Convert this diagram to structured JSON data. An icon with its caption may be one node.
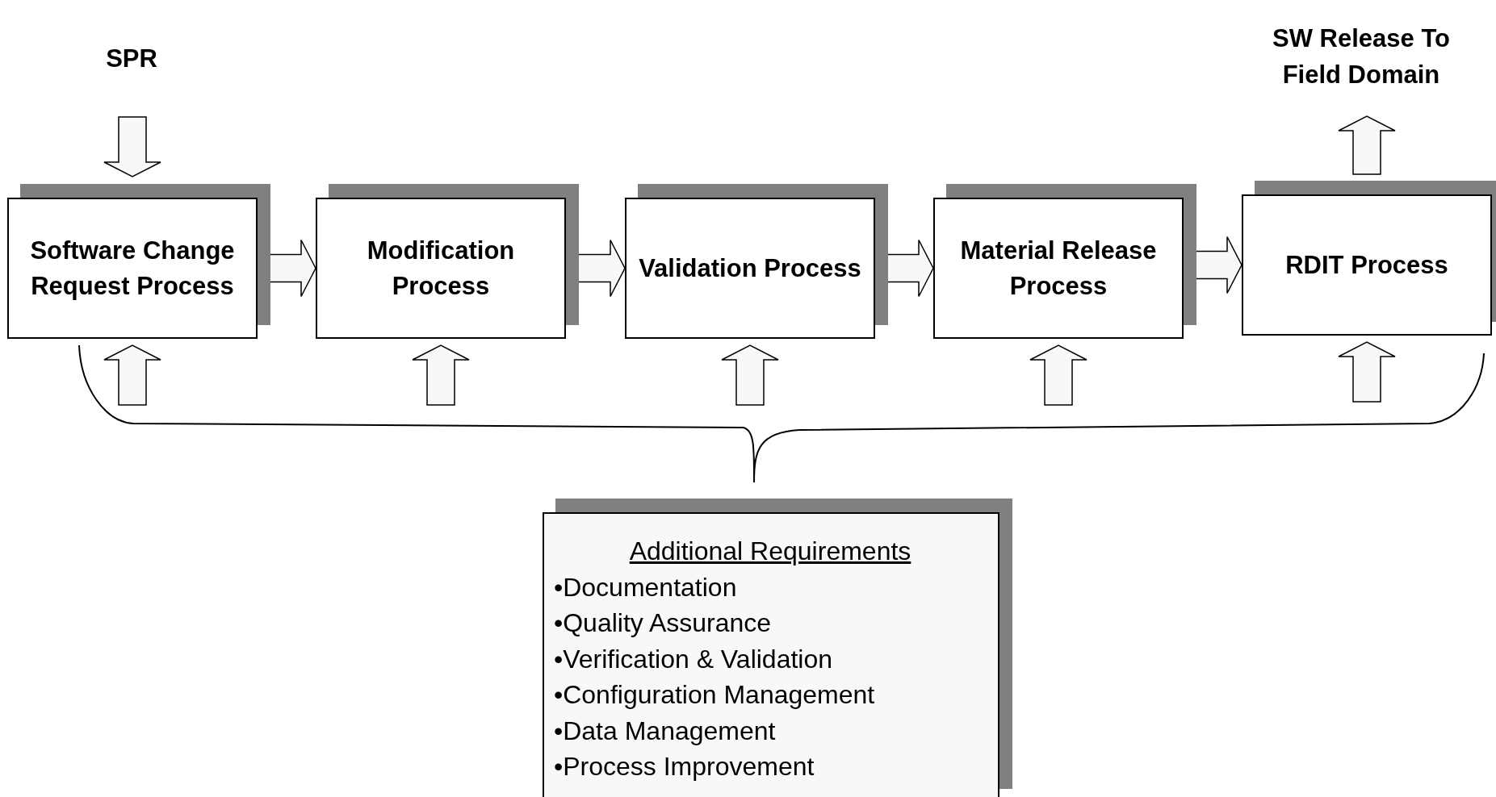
{
  "diagram": {
    "nodes": [
      {
        "text": [
          "SPR"
        ]
      },
      {
        "text": [
          "Software Change Request Process"
        ]
      },
      {
        "text": [
          "Modification Process"
        ]
      },
      {
        "text": [
          "Validation Process"
        ]
      },
      {
        "text": [
          "Material Release Process"
        ]
      },
      {
        "text": [
          "RDIT Process"
        ]
      },
      {
        "text": [
          "SW Release To Field Domain"
        ]
      },
      {
        "text": [
          "Additional Requirements",
          "•Documentation",
          "•Quality Assurance",
          "•Verification & Validation",
          "•Configuration Management",
          "•Data Management",
          "•Process Improvement"
        ]
      }
    ],
    "edges": [
      {
        "from": 0,
        "to": 1,
        "arrow": "to"
      },
      {
        "from": 1,
        "to": 2,
        "arrow": "to"
      },
      {
        "from": 2,
        "to": 3,
        "arrow": "to"
      },
      {
        "from": 3,
        "to": 4,
        "arrow": "to"
      },
      {
        "from": 4,
        "to": 5,
        "arrow": "to"
      },
      {
        "from": 5,
        "to": 6,
        "arrow": "to"
      },
      {
        "from": null,
        "to": 1,
        "arrow": "to"
      },
      {
        "from": null,
        "to": 2,
        "arrow": "to"
      },
      {
        "from": null,
        "to": 3,
        "arrow": "to"
      },
      {
        "from": null,
        "to": 4,
        "arrow": "to"
      },
      {
        "from": null,
        "to": 5,
        "arrow": "to"
      }
    ]
  }
}
